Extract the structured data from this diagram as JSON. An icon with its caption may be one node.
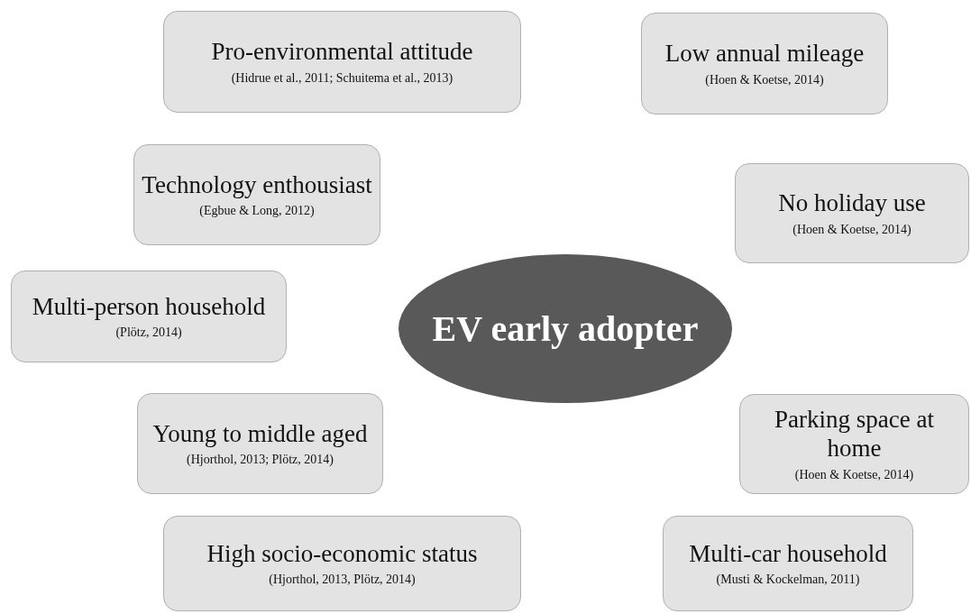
{
  "diagram": {
    "nodes": [
      {
        "text": [
          "Pro-environmental attitude",
          "(Hidrue et al., 2011; Schuitema et al., 2013)"
        ]
      },
      {
        "text": [
          "Low annual mileage",
          "(Hoen & Koetse, 2014)"
        ]
      },
      {
        "text": [
          "Technology enthousiast",
          "(Egbue & Long, 2012)"
        ]
      },
      {
        "text": [
          "No holiday use",
          "(Hoen & Koetse, 2014)"
        ]
      },
      {
        "text": [
          "Multi-person household",
          "(Plötz, 2014)"
        ]
      },
      {
        "text": [
          "EV early adopter"
        ]
      },
      {
        "text": [
          "Young to middle aged",
          "(Hjorthol, 2013; Plötz, 2014)"
        ]
      },
      {
        "text": [
          "Parking space at home",
          "(Hoen & Koetse, 2014)"
        ]
      },
      {
        "text": [
          "High socio-economic status",
          "(Hjorthol, 2013, Plötz, 2014)"
        ]
      },
      {
        "text": [
          "Multi-car household",
          "(Musti & Kockelman, 2011)"
        ]
      }
    ]
  }
}
